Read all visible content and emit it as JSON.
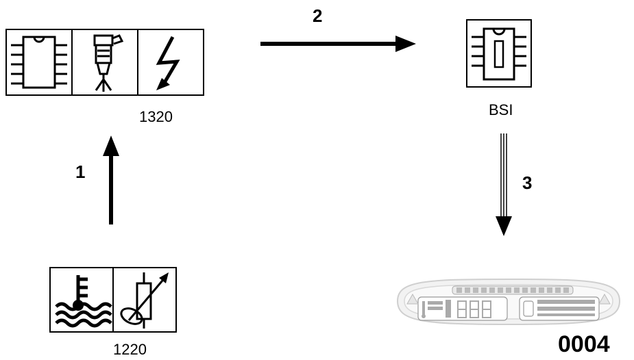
{
  "steps": [
    "1",
    "2",
    "3"
  ],
  "labels": {
    "ecu": "1320",
    "bsi": "BSI",
    "sensor": "1220",
    "display_code": "0004"
  },
  "icons": {
    "ecu_group": [
      "ic-chip-icon",
      "injector-icon",
      "lightning-icon"
    ],
    "bsi": "bsi-chip-icon",
    "sensor_group": [
      "coolant-temperature-icon",
      "sensor-resistor-icon"
    ],
    "display": "instrument-cluster-icon"
  }
}
